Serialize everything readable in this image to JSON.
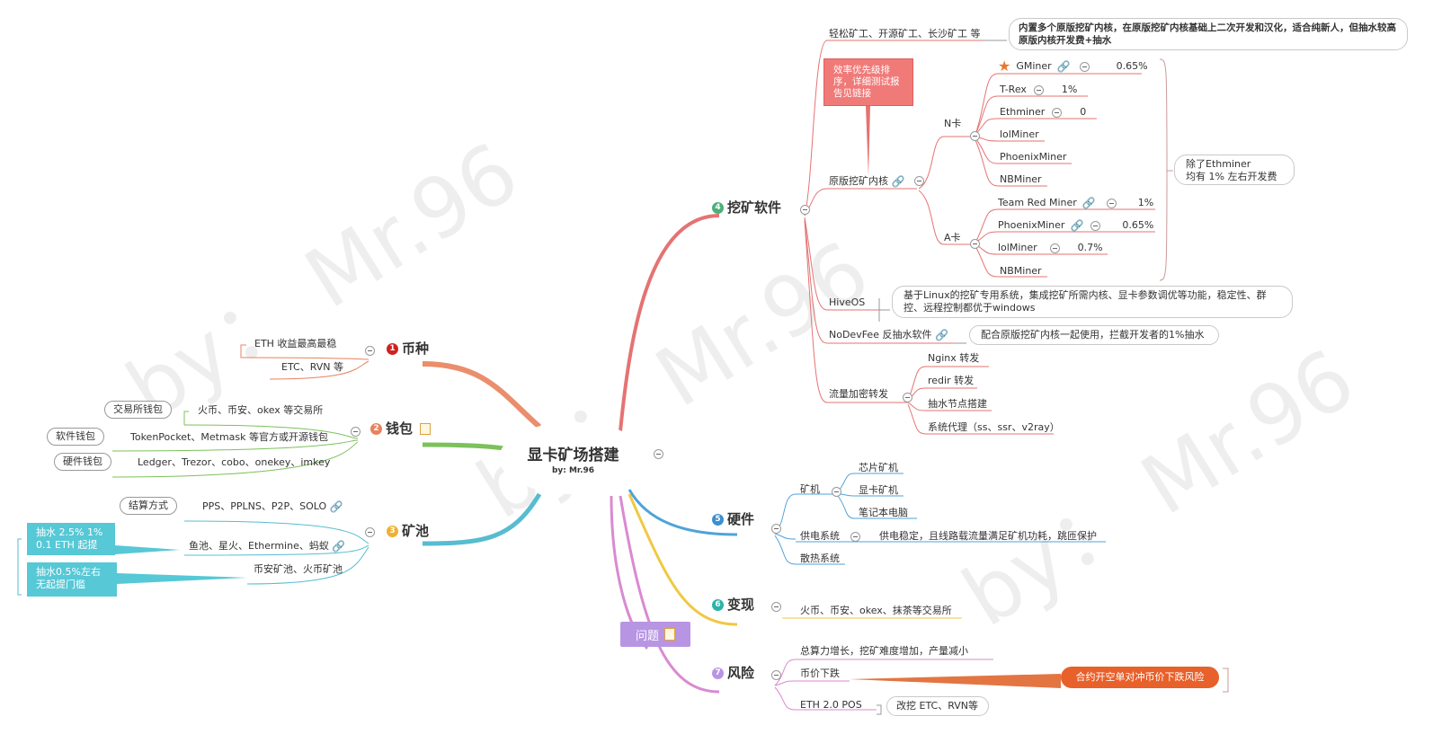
{
  "watermark": "by： Mr.96",
  "center": {
    "title": "显卡矿场搭建",
    "subtitle": "by: Mr.96"
  },
  "branches": {
    "coin": {
      "num": "1",
      "label": "币种",
      "items": [
        "ETH   收益最高最稳",
        "ETC、RVN 等"
      ]
    },
    "wallet": {
      "num": "2",
      "label": "钱包",
      "items": [
        "火币、币安、okex 等交易所",
        "TokenPocket、Metmask 等官方或开源钱包",
        "Ledger、Trezor、cobo、onekey、imkey"
      ],
      "tags": [
        "交易所钱包",
        "软件钱包",
        "硬件钱包"
      ]
    },
    "pool": {
      "num": "3",
      "label": "矿池",
      "items": [
        "PPS、PPLNS、P2P、SOLO",
        "鱼池、星火、Ethermine、蚂蚁",
        "币安矿池、火币矿池"
      ],
      "tag": "结算方式",
      "callouts": [
        "抽水 2.5% 1%\n0.1 ETH 起提",
        "抽水0.5%左右\n无起提门槛"
      ]
    },
    "software": {
      "num": "4",
      "label": "挖矿软件",
      "easy": "轻松矿工、开源矿工、长沙矿工 等",
      "easy_note": "内置多个原版挖矿内核，在原版挖矿内核基础上二次开发和汉化，适合纯新人，但抽水较高 原版内核开发费+抽水",
      "kernel": "原版挖矿内核",
      "kernel_callout": "效率优先级排序，详细测试报告见链接",
      "ncard": "N卡",
      "n_miners": [
        {
          "name": "GMiner",
          "fee": "0.65%"
        },
        {
          "name": "T-Rex",
          "fee": "1%"
        },
        {
          "name": "Ethminer",
          "fee": "0"
        },
        {
          "name": "lolMiner",
          "fee": ""
        },
        {
          "name": "PhoenixMiner",
          "fee": ""
        },
        {
          "name": "NBMiner",
          "fee": ""
        }
      ],
      "acard": "A卡",
      "a_miners": [
        {
          "name": "Team Red Miner",
          "fee": "1%"
        },
        {
          "name": "PhoenixMiner",
          "fee": "0.65%"
        },
        {
          "name": "lolMiner",
          "fee": "0.7%"
        },
        {
          "name": "NBMiner",
          "fee": ""
        }
      ],
      "fee_note": "除了Ethminer\n均有 1% 左右开发费",
      "hiveos": "HiveOS",
      "hiveos_note": "基于Linux的挖矿专用系统，集成挖矿所需内核、显卡参数调优等功能，稳定性、群控、远程控制都优于windows",
      "nodevfee": "NoDevFee 反抽水软件",
      "nodevfee_note": "配合原版挖矿内核一起使用，拦截开发者的1%抽水",
      "forward": "流量加密转发",
      "forward_items": [
        "Nginx 转发",
        "redir 转发",
        "抽水节点搭建",
        "系统代理（ss、ssr、v2ray）"
      ]
    },
    "hardware": {
      "num": "5",
      "label": "硬件",
      "rig": "矿机",
      "rig_items": [
        "芯片矿机",
        "显卡矿机",
        "笔记本电脑"
      ],
      "power": "供电系统",
      "power_note": "供电稳定，且线路载流量满足矿机功耗，跳匝保护",
      "cooling": "散热系统"
    },
    "cashout": {
      "num": "6",
      "label": "变现",
      "item": "火币、币安、okex、抹茶等交易所"
    },
    "risk": {
      "num": "7",
      "label": "风险",
      "items": [
        "总算力增长，挖矿难度增加，产量减小",
        "币价下跌",
        "ETH 2.0 POS"
      ],
      "hedge": "合约开空单对冲币价下跌风险",
      "pos_note": "改挖 ETC、RVN等"
    },
    "issue": {
      "label": "问题"
    }
  },
  "colors": {
    "coin": "#e8825c",
    "wallet": "#7cc15b",
    "pool": "#56bcd1",
    "software": "#e57373",
    "hardware": "#4fa3d9",
    "cashout": "#f0c843",
    "risk": "#d98ad1",
    "hedge": "#e0662e"
  },
  "icons": [
    "collapse-icon",
    "link-icon",
    "note-icon",
    "star-icon"
  ]
}
